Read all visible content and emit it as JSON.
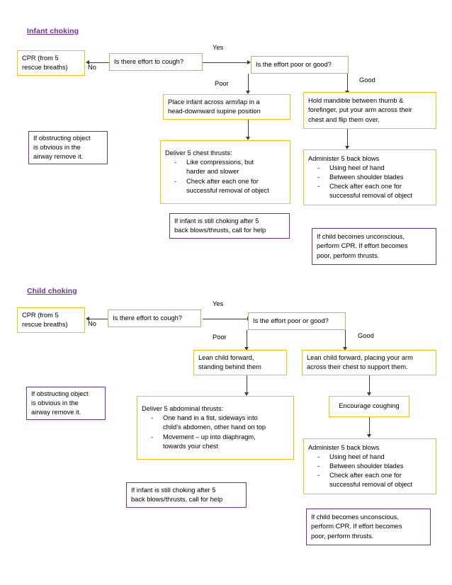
{
  "document": {
    "type": "flowchart",
    "colors": {
      "amber": "#FFC000",
      "green": "#92D050",
      "purple": "#7030A0",
      "connector": "#3b3b3b",
      "text": "#000000",
      "background": "#ffffff"
    }
  },
  "sections": [
    {
      "id": "infant",
      "title": "Infant choking",
      "nodes": {
        "cpr": {
          "line1": "CPR (from 5",
          "line2": "rescue breaths)"
        },
        "effort_question": "Is there effort to cough?",
        "poor_or_good": "Is the effort poor or good?",
        "place_infant": {
          "line1": "Place infant across arm/lap in a",
          "line2": "head-downward supine position"
        },
        "hold_mandible": {
          "line1": "Hold mandible between thumb &",
          "line2": "forefinger, put your arm across their",
          "line3": "chest and flip them over."
        },
        "chest_thrusts": {
          "heading": "Deliver 5 chest thrusts:",
          "bullets": [
            {
              "text": "Like compressions, but",
              "cont": "harder and slower"
            },
            {
              "text": "Check after each one for",
              "cont": "successful removal of object"
            }
          ]
        },
        "back_blows": {
          "heading": "Administer 5 back blows",
          "bullets": [
            {
              "text": "Using heel of hand",
              "cont": ""
            },
            {
              "text": "Between shoulder blades",
              "cont": ""
            },
            {
              "text": "Check after each one for",
              "cont": "successful removal of object"
            }
          ]
        },
        "obstructing_note": {
          "line1": "If obstructing object",
          "line2": "is obvious in the",
          "line3": "airway remove it."
        },
        "call_help_note": {
          "line1": "If infant is still choking after 5",
          "line2": "back blows/thrusts, call for help"
        },
        "unconscious_note": {
          "line1": "If child becomes unconscious,",
          "line2": "perform CPR. If effort becomes",
          "line3": "poor, perform thrusts."
        }
      },
      "edge_labels": {
        "no": "No",
        "yes": "Yes",
        "poor": "Poor",
        "good": "Good"
      }
    },
    {
      "id": "child",
      "title": "Child choking",
      "nodes": {
        "cpr": {
          "line1": "CPR (from 5",
          "line2": "rescue breaths)"
        },
        "effort_question": "Is there effort to cough?",
        "poor_or_good": "Is the effort poor or good?",
        "lean_forward_poor": {
          "line1": "Lean child forward,",
          "line2": "standing behind them"
        },
        "lean_forward_good": {
          "line1": "Lean child forward, placing your arm",
          "line2": "across their chest to support them."
        },
        "abdominal_thrusts": {
          "heading": "Deliver 5 abdominal thrusts:",
          "bullets": [
            {
              "text": "One hand in a fist, sideways into",
              "cont": "child’s abdomen, other hand on top"
            },
            {
              "text": "Movement – up into diaphragm,",
              "cont": "towards your chest"
            }
          ]
        },
        "encourage_coughing": "Encourage coughing",
        "back_blows": {
          "heading": "Administer 5 back blows",
          "bullets": [
            {
              "text": "Using heel of hand",
              "cont": ""
            },
            {
              "text": "Between shoulder blades",
              "cont": ""
            },
            {
              "text": "Check after each one for",
              "cont": "successful removal of object"
            }
          ]
        },
        "obstructing_note": {
          "line1": "If obstructing object",
          "line2": "is obvious in the",
          "line3": "airway remove it."
        },
        "call_help_note": {
          "line1": "If infant is still choking after 5",
          "line2": "back blows/thrusts, call for help"
        },
        "unconscious_note": {
          "line1": "If child becomes unconscious,",
          "line2": "perform CPR. If effort becomes",
          "line3": "poor, perform thrusts."
        }
      },
      "edge_labels": {
        "no": "No",
        "yes": "Yes",
        "poor": "Poor",
        "good": "Good"
      }
    }
  ]
}
